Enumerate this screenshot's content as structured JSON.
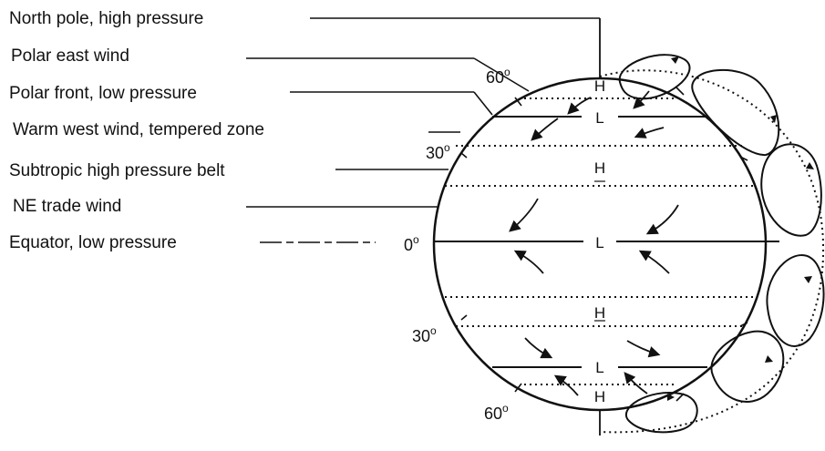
{
  "labels": {
    "north_pole": "North pole, high pressure",
    "polar_east_wind": "Polar east wind",
    "polar_front": "Polar front, low pressure",
    "warm_west_wind": "Warm west wind, tempered zone",
    "subtropic_high": "Subtropic high pressure belt",
    "ne_trade_wind": "NE trade wind",
    "equator": "Equator, low pressure"
  },
  "latitudes": {
    "n60": "60",
    "n30": "30",
    "eq": "0",
    "s30": "30",
    "s60": "60",
    "degree": "o"
  },
  "zones": {
    "north_polar_high": "H",
    "north_polar_front": "L",
    "north_subtropic_high": "H",
    "equator_low": "L",
    "south_subtropic_high": "H",
    "south_polar_front": "L",
    "south_polar_high": "H"
  }
}
